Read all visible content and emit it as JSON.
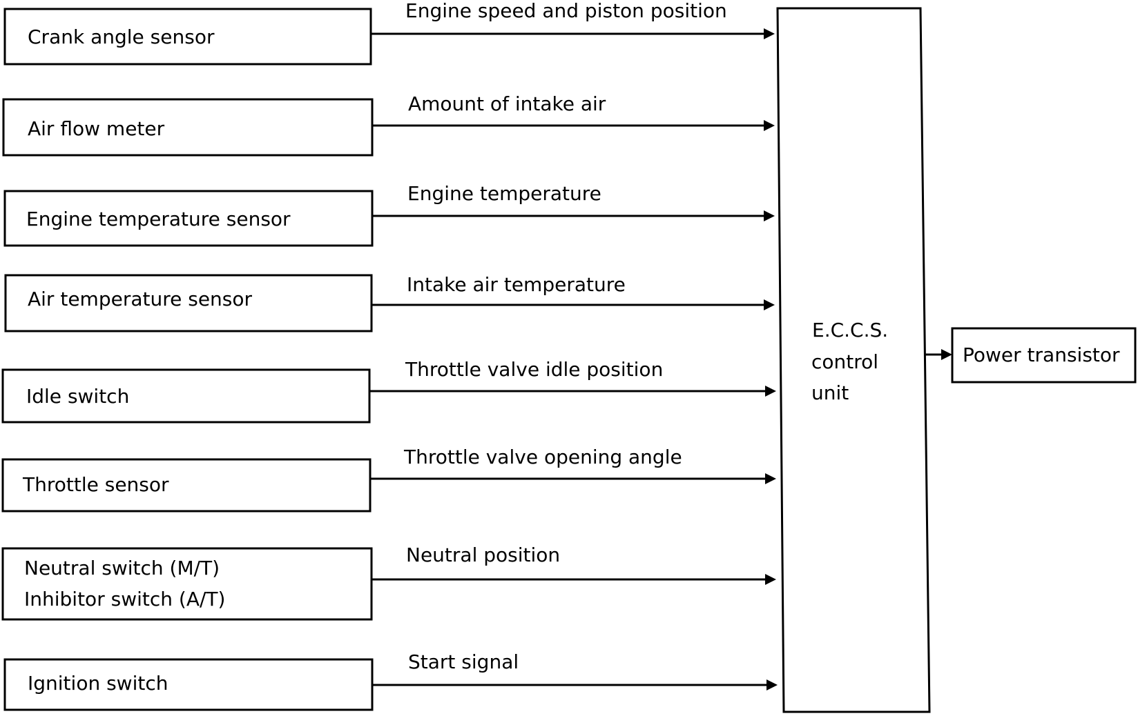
{
  "inputs": [
    {
      "sensor": "Crank angle sensor",
      "signal": "Engine speed and piston position"
    },
    {
      "sensor": "Air flow meter",
      "signal": "Amount of intake air"
    },
    {
      "sensor": "Engine temperature sensor",
      "signal": "Engine temperature"
    },
    {
      "sensor": "Air temperature sensor",
      "signal": "Intake air temperature"
    },
    {
      "sensor": "Idle switch",
      "signal": "Throttle valve idle position"
    },
    {
      "sensor": "Throttle sensor",
      "signal": "Throttle valve opening angle"
    },
    {
      "sensor": "Neutral switch (M/T)",
      "sensor_line2": "Inhibitor switch (A/T)",
      "signal": "Neutral position"
    },
    {
      "sensor": "Ignition switch",
      "signal": "Start signal"
    }
  ],
  "control_unit": {
    "lines": [
      "E.C.C.S.",
      "control",
      "unit"
    ]
  },
  "output": {
    "label": "Power transistor"
  }
}
